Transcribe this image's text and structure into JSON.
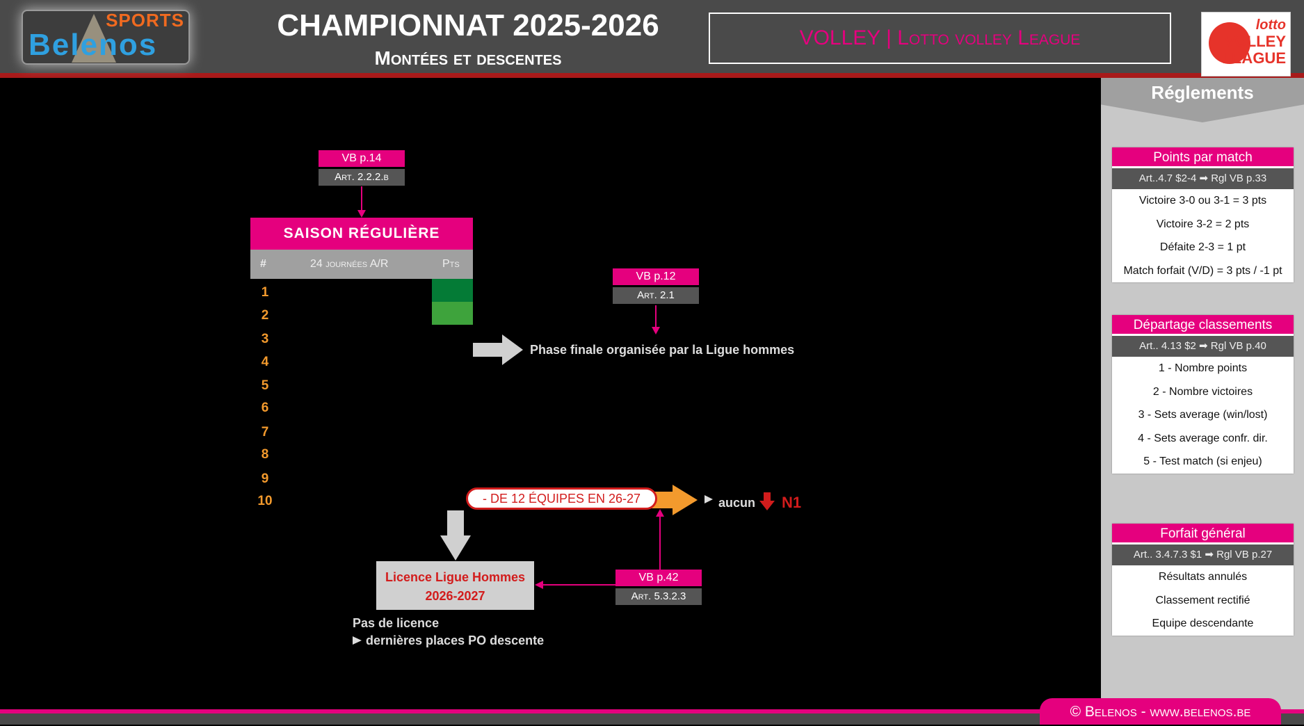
{
  "header": {
    "logo_text": "Belenos",
    "logo_sub": "SPORTS",
    "title": "CHAMPIONNAT 2025-2026",
    "subtitle": "Montées et descentes",
    "sport_label": "VOLLEY | Lotto volley League",
    "league_logo": {
      "line1": "lotto",
      "line2": "VOLLEY",
      "line3": "LEAGUE"
    }
  },
  "main": {
    "tag_top": {
      "vb": "VB p.14",
      "art": "Art. 2.2.2.b"
    },
    "saison": {
      "title": "SAISON RÉGULIÈRE",
      "col_rank": "#",
      "col_days": "24 journées A/R",
      "col_pts": "Pts",
      "ranks": [
        "1",
        "2",
        "3",
        "4",
        "5",
        "6",
        "7",
        "8",
        "9",
        "10"
      ]
    },
    "tag_final": {
      "vb": "VB p.12",
      "art": "Art. 2.1"
    },
    "phase_finale": "Phase finale organisée par la Ligue hommes",
    "pill": "- DE 12 ÉQUIPES EN 26-27",
    "aucun": "aucun",
    "n1": "N1",
    "tag_licence": {
      "vb": "VB p.42",
      "art": "Art. 5.3.2.3"
    },
    "licence": {
      "line1": "Licence Ligue Hommes",
      "line2": "2026-2027"
    },
    "no_licence": {
      "line1": "Pas de licence",
      "line2": "dernières places PO descente"
    }
  },
  "sidebar": {
    "title": "Réglements",
    "cards": [
      {
        "title": "Points par match",
        "art": "Art..4.7 $2-4 ➡ Rgl VB p.33",
        "rows": [
          "Victoire 3-0 ou 3-1 = 3 pts",
          "Victoire 3-2 = 2 pts",
          "Défaite 2-3 = 1 pt",
          "Match forfait (V/D) =  3 pts / -1 pt"
        ]
      },
      {
        "title": "Départage classements",
        "art": "Art.. 4.13 $2 ➡ Rgl VB p.40",
        "rows": [
          "1 - Nombre points",
          "2 - Nombre victoires",
          "3 - Sets average (win/lost)",
          "4 - Sets average confr. dir.",
          "5 - Test match (si enjeu)"
        ]
      },
      {
        "title": "Forfait général",
        "art": "Art.. 3.4.7.3 $1 ➡ Rgl VB p.27",
        "rows": [
          "Résultats annulés",
          "Classement rectifié",
          "Equipe descendante"
        ]
      }
    ]
  },
  "footer": {
    "copyright": "© Belenos - www.belenos.be"
  },
  "colors": {
    "pink": "#e5007e",
    "red": "#d21c1c",
    "orange": "#f39a2d",
    "dark_green": "#047b36",
    "green": "#3ea33c"
  }
}
